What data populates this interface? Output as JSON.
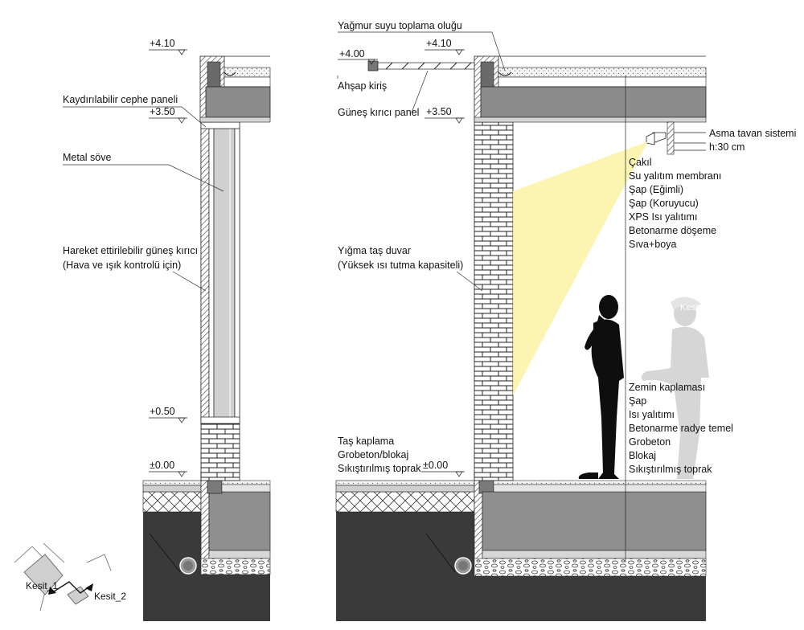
{
  "left_section": {
    "levels": [
      "+4.10",
      "+3.50",
      "+0.50",
      "±0.00"
    ],
    "labels": {
      "sliding_panel": "Kaydırılabilir cephe paneli",
      "metal_frame": "Metal söve",
      "shading_1": "Hareket ettirilebilir güneş kırıcı",
      "shading_2": "(Hava ve ışık kontrolü için)"
    }
  },
  "right_section": {
    "levels": [
      "+4.10",
      "+4.00",
      "+3.50",
      "±0.00"
    ],
    "labels": {
      "rain_gutter": "Yağmur suyu toplama oluğu",
      "timber_beam": "Ahşap kiriş",
      "sun_breaker": "Güneş kırıcı panel",
      "ceiling_1": "Asma tavan sistemi",
      "ceiling_2": "h:30 cm",
      "masonry_1": "Yığma taş duvar",
      "masonry_2": "(Yüksek ısı tutma kapasiteli)"
    },
    "roof_layers": [
      "Çakıl",
      "Su yalıtım membranı",
      "Şap (Eğimli)",
      "Şap (Koruyucu)",
      "XPS Isı yalıtımı",
      "Betonarme döşeme",
      "Sıva+boya"
    ],
    "floor_layers": [
      "Zemin kaplaması",
      "Şap",
      "Isı yalıtımı",
      "Betonarme radye temel",
      "Grobeton",
      "Blokaj",
      "Sıkıştırılmış toprak"
    ],
    "ground_layers": [
      "Taş kaplama",
      "Grobeton/blokaj",
      "Sıkıştırılmış toprak"
    ],
    "figure_caption": "Kesit"
  },
  "key_plan": {
    "cut_1": "Kesit_1",
    "cut_2": "Kesit_2"
  }
}
